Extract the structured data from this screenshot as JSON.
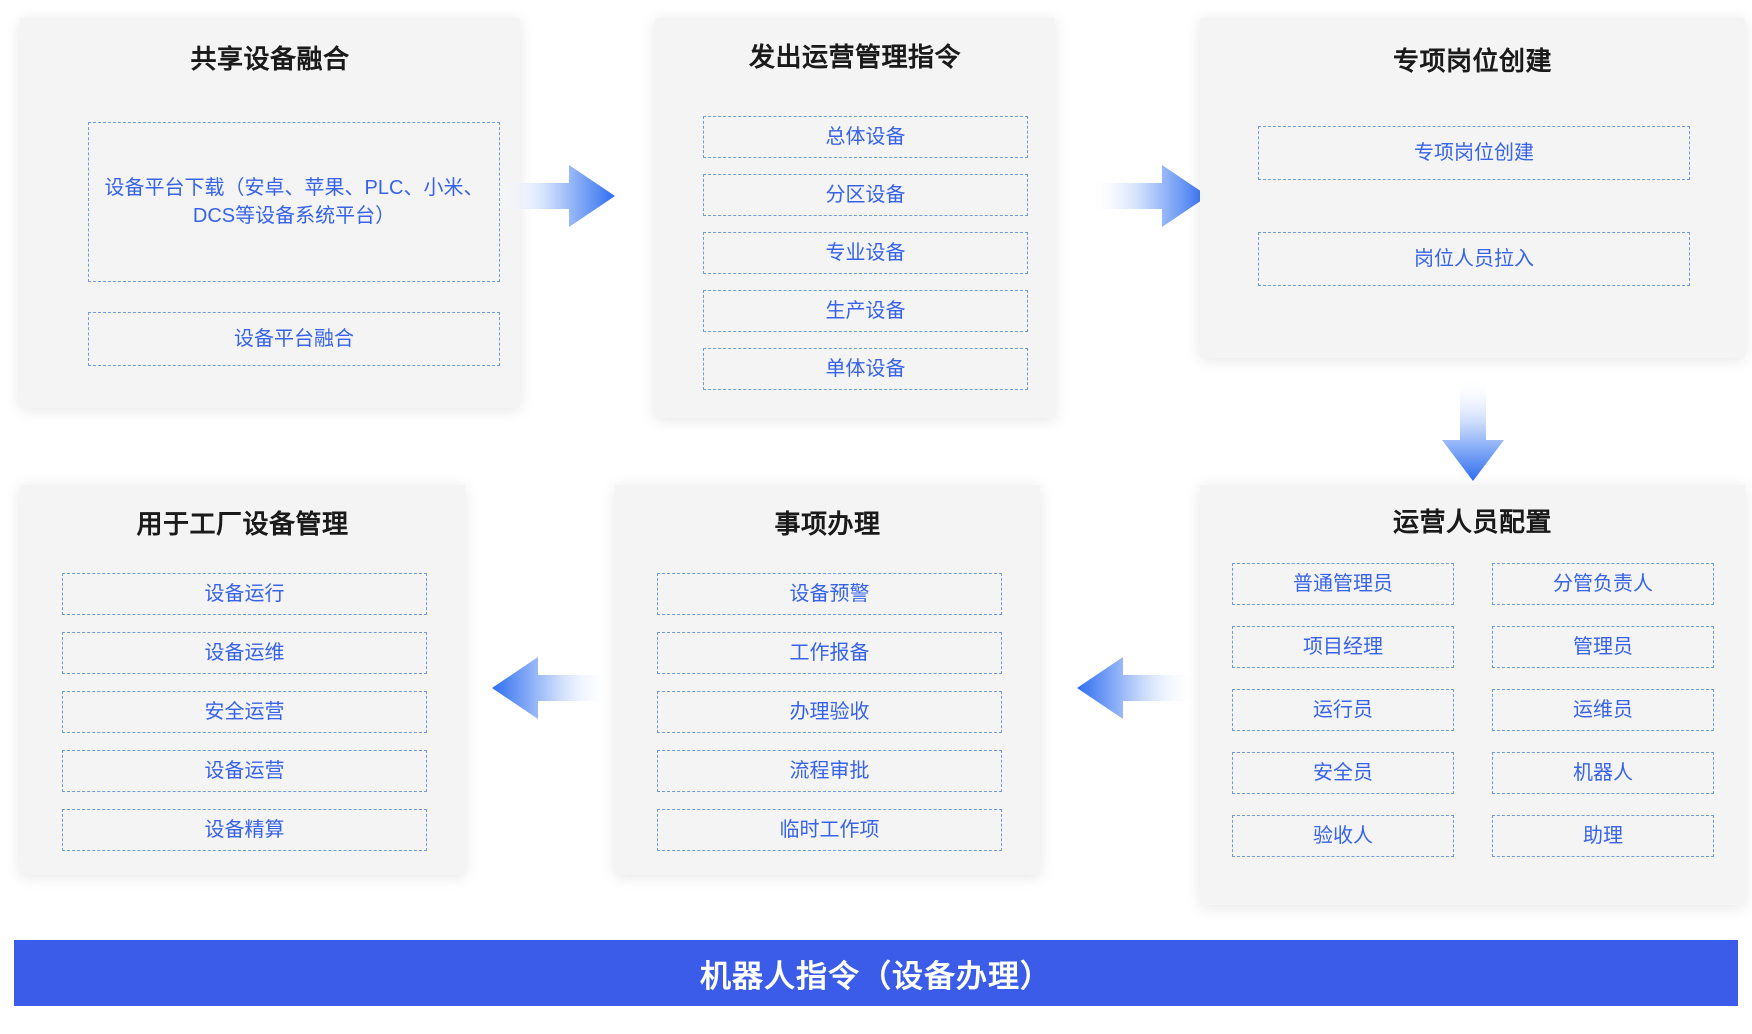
{
  "diagram": {
    "colors": {
      "panel_bg": "#f4f4f5",
      "item_border": "#6f9be0",
      "item_text": "#3763e8",
      "arrow_blue": "#4a7ef5",
      "bar_blue": "#3b5ce8",
      "title_text": "#1a1a1a"
    },
    "panels": {
      "share_device": {
        "title": "共享设备融合",
        "items": [
          "设备平台下载（安卓、苹果、PLC、小米、DCS等设备系统平台）",
          "设备平台融合"
        ]
      },
      "dispatch_command": {
        "title": "发出运营管理指令",
        "items": [
          "总体设备",
          "分区设备",
          "专业设备",
          "生产设备",
          "单体设备"
        ]
      },
      "special_post": {
        "title": "专项岗位创建",
        "items": [
          "专项岗位创建",
          "岗位人员拉入"
        ]
      },
      "staff_config": {
        "title": "运营人员配置",
        "items": [
          "普通管理员",
          "分管负责人",
          "项目经理",
          "管理员",
          "运行员",
          "运维员",
          "安全员",
          "机器人",
          "验收人",
          "助理"
        ]
      },
      "affairs_handling": {
        "title": "事项办理",
        "items": [
          "设备预警",
          "工作报备",
          "办理验收",
          "流程审批",
          "临时工作项"
        ]
      },
      "factory_management": {
        "title": "用于工厂设备管理",
        "items": [
          "设备运行",
          "设备运维",
          "安全运营",
          "设备运营",
          "设备精算"
        ]
      }
    },
    "arrows": [
      {
        "name": "arrow-share-to-dispatch",
        "direction": "right"
      },
      {
        "name": "arrow-dispatch-to-post",
        "direction": "right"
      },
      {
        "name": "arrow-post-to-staff",
        "direction": "down"
      },
      {
        "name": "arrow-staff-to-affairs",
        "direction": "left"
      },
      {
        "name": "arrow-affairs-to-factory",
        "direction": "left"
      }
    ],
    "bottom_bar": {
      "label": "机器人指令（设备办理）"
    }
  }
}
